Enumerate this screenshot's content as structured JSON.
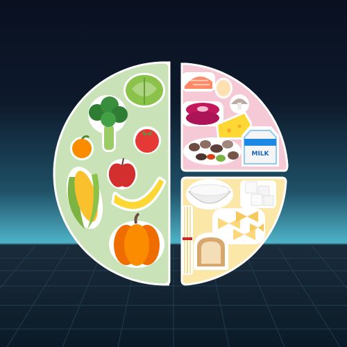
{
  "scene": {
    "colors": {
      "sky_top": "#0a1020",
      "horizon_glow": "#4fb3c8",
      "floor": "#0b1a26",
      "grid_line": "#2a4a5e",
      "vegetables_section": "#c9e2b8",
      "protein_section": "#f6c9d6",
      "grains_section": "#fbe7a8",
      "sticker_outline": "#ffffff"
    },
    "sections": [
      {
        "name": "vegetables-and-fruits",
        "items": [
          "cabbage-icon",
          "broccoli-icon",
          "orange-icon",
          "tomato-icon",
          "corn-icon",
          "apple-icon",
          "banana-icon",
          "pumpkin-icon"
        ]
      },
      {
        "name": "protein",
        "items": [
          "salmon-icon",
          "egg-icon",
          "steak-icon",
          "mushroom-icon",
          "cheese-icon",
          "nuts-icon",
          "milk-carton-icon"
        ]
      },
      {
        "name": "grains",
        "items": [
          "flour-bowl-icon",
          "sugar-cubes-icon",
          "spaghetti-icon",
          "pasta-bows-icon",
          "bread-icon"
        ]
      }
    ],
    "milk_label": "MILK"
  }
}
